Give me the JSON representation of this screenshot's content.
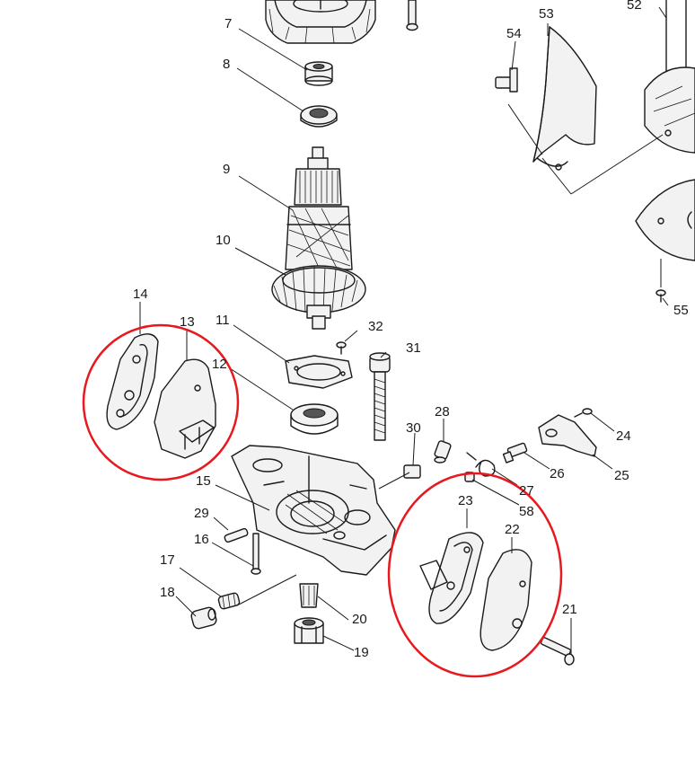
{
  "diagram": {
    "callouts": [
      {
        "id": "c7",
        "text": "7"
      },
      {
        "id": "c8",
        "text": "8"
      },
      {
        "id": "c9",
        "text": "9"
      },
      {
        "id": "c10",
        "text": "10"
      },
      {
        "id": "c11",
        "text": "11"
      },
      {
        "id": "c12",
        "text": "12"
      },
      {
        "id": "c13",
        "text": "13"
      },
      {
        "id": "c14",
        "text": "14"
      },
      {
        "id": "c15",
        "text": "15"
      },
      {
        "id": "c16",
        "text": "16"
      },
      {
        "id": "c17",
        "text": "17"
      },
      {
        "id": "c18",
        "text": "18"
      },
      {
        "id": "c19",
        "text": "19"
      },
      {
        "id": "c20",
        "text": "20"
      },
      {
        "id": "c21",
        "text": "21"
      },
      {
        "id": "c22",
        "text": "22"
      },
      {
        "id": "c23",
        "text": "23"
      },
      {
        "id": "c24",
        "text": "24"
      },
      {
        "id": "c25",
        "text": "25"
      },
      {
        "id": "c26",
        "text": "26"
      },
      {
        "id": "c27",
        "text": "27"
      },
      {
        "id": "c28",
        "text": "28"
      },
      {
        "id": "c29",
        "text": "29"
      },
      {
        "id": "c30",
        "text": "30"
      },
      {
        "id": "c31",
        "text": "31"
      },
      {
        "id": "c32",
        "text": "32"
      },
      {
        "id": "c52",
        "text": "52"
      },
      {
        "id": "c53",
        "text": "53"
      },
      {
        "id": "c54",
        "text": "54"
      },
      {
        "id": "c55",
        "text": "55"
      },
      {
        "id": "c58",
        "text": "58"
      }
    ],
    "highlight_color": "#e8191e",
    "line_color": "#1a1a1a"
  }
}
